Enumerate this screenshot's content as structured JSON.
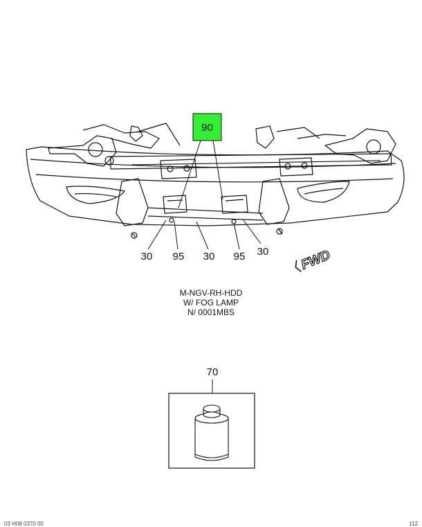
{
  "highlight_color": "#33ee33",
  "callouts": {
    "highlighted": "90",
    "bottom": [
      "30",
      "95",
      "30",
      "95",
      "30"
    ],
    "kit": "70"
  },
  "direction_label": "FWD",
  "caption": {
    "line1": "M-NGV-RH-HDD",
    "line2": "W/ FOG LAMP",
    "line3": "N/ 0001MBS"
  },
  "footer": {
    "left": "03 H08 0370 00",
    "right": "112"
  }
}
